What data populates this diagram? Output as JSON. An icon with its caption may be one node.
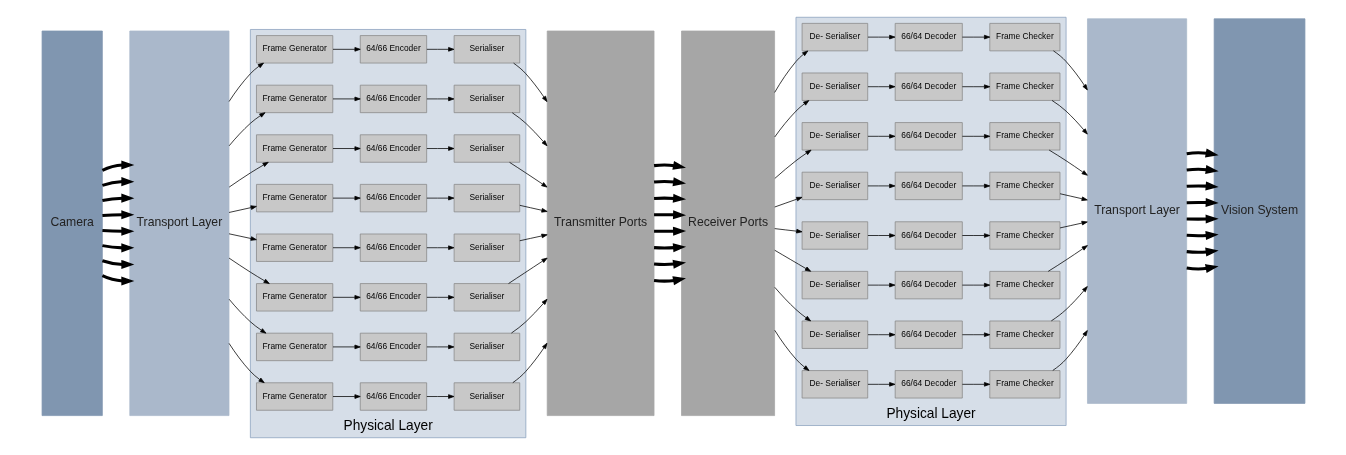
{
  "diagram": {
    "nodes": [
      {
        "text": [
          "Camera"
        ]
      },
      {
        "text": [
          "Transport Layer"
        ]
      },
      {
        "text": [
          "Physical Layer"
        ]
      },
      {
        "text": [
          "Frame Generator"
        ],
        "in": 2
      },
      {
        "text": [
          "64/66 Encoder"
        ],
        "in": 2
      },
      {
        "text": [
          "Serialiser"
        ],
        "in": 2
      },
      {
        "text": [
          "Frame Generator"
        ],
        "in": 2
      },
      {
        "text": [
          "64/66 Encoder"
        ],
        "in": 2
      },
      {
        "text": [
          "Serialiser"
        ],
        "in": 2
      },
      {
        "text": [
          "Frame Generator"
        ],
        "in": 2
      },
      {
        "text": [
          "64/66 Encoder"
        ],
        "in": 2
      },
      {
        "text": [
          "Serialiser"
        ],
        "in": 2
      },
      {
        "text": [
          "Frame Generator"
        ],
        "in": 2
      },
      {
        "text": [
          "64/66 Encoder"
        ],
        "in": 2
      },
      {
        "text": [
          "Serialiser"
        ],
        "in": 2
      },
      {
        "text": [
          "Frame Generator"
        ],
        "in": 2
      },
      {
        "text": [
          "64/66 Encoder"
        ],
        "in": 2
      },
      {
        "text": [
          "Serialiser"
        ],
        "in": 2
      },
      {
        "text": [
          "Frame Generator"
        ],
        "in": 2
      },
      {
        "text": [
          "64/66 Encoder"
        ],
        "in": 2
      },
      {
        "text": [
          "Serialiser"
        ],
        "in": 2
      },
      {
        "text": [
          "Frame Generator"
        ],
        "in": 2
      },
      {
        "text": [
          "64/66 Encoder"
        ],
        "in": 2
      },
      {
        "text": [
          "Serialiser"
        ],
        "in": 2
      },
      {
        "text": [
          "Frame Generator"
        ],
        "in": 2
      },
      {
        "text": [
          "64/66 Encoder"
        ],
        "in": 2
      },
      {
        "text": [
          "Serialiser"
        ],
        "in": 2
      },
      {
        "text": [
          "Transmitter Ports"
        ]
      },
      {
        "text": [
          "Receiver Ports"
        ]
      },
      {
        "text": [
          "Physical Layer"
        ]
      },
      {
        "text": [
          "De- Serialiser"
        ],
        "in": 29
      },
      {
        "text": [
          "66/64 Decoder"
        ],
        "in": 29
      },
      {
        "text": [
          "Frame Checker"
        ],
        "in": 29
      },
      {
        "text": [
          "De- Serialiser"
        ],
        "in": 29
      },
      {
        "text": [
          "66/64 Decoder"
        ],
        "in": 29
      },
      {
        "text": [
          "Frame Checker"
        ],
        "in": 29
      },
      {
        "text": [
          "De- Serialiser"
        ],
        "in": 29
      },
      {
        "text": [
          "66/64 Decoder"
        ],
        "in": 29
      },
      {
        "text": [
          "Frame Checker"
        ],
        "in": 29
      },
      {
        "text": [
          "De- Serialiser"
        ],
        "in": 29
      },
      {
        "text": [
          "66/64 Decoder"
        ],
        "in": 29
      },
      {
        "text": [
          "Frame Checker"
        ],
        "in": 29
      },
      {
        "text": [
          "De- Serialiser"
        ],
        "in": 29
      },
      {
        "text": [
          "66/64 Decoder"
        ],
        "in": 29
      },
      {
        "text": [
          "Frame Checker"
        ],
        "in": 29
      },
      {
        "text": [
          "De- Serialiser"
        ],
        "in": 29
      },
      {
        "text": [
          "66/64 Decoder"
        ],
        "in": 29
      },
      {
        "text": [
          "Frame Checker"
        ],
        "in": 29
      },
      {
        "text": [
          "De- Serialiser"
        ],
        "in": 29
      },
      {
        "text": [
          "66/64 Decoder"
        ],
        "in": 29
      },
      {
        "text": [
          "Frame Checker"
        ],
        "in": 29
      },
      {
        "text": [
          "De- Serialiser"
        ],
        "in": 29
      },
      {
        "text": [
          "66/64 Decoder"
        ],
        "in": 29
      },
      {
        "text": [
          "Frame Checker"
        ],
        "in": 29
      },
      {
        "text": [
          "Transport Layer"
        ]
      },
      {
        "text": [
          "Vision System"
        ]
      }
    ],
    "edges": [
      {
        "from": 0,
        "to": 1,
        "arrow": "to",
        "style": "thick"
      },
      {
        "from": 1,
        "to": 3,
        "arrow": "to"
      },
      {
        "from": 3,
        "to": 4,
        "arrow": "to"
      },
      {
        "from": 4,
        "to": 5,
        "arrow": "to"
      },
      {
        "from": 5,
        "to": 27,
        "arrow": "to"
      },
      {
        "from": 27,
        "to": 28,
        "arrow": "to",
        "style": "thick"
      },
      {
        "from": 28,
        "to": 30,
        "arrow": "to"
      },
      {
        "from": 30,
        "to": 31,
        "arrow": "to"
      },
      {
        "from": 31,
        "to": 32,
        "arrow": "to"
      },
      {
        "from": 32,
        "to": 54,
        "arrow": "to"
      },
      {
        "from": 54,
        "to": 55,
        "arrow": "to",
        "style": "thick"
      },
      {
        "from": 0,
        "to": 1,
        "arrow": "to",
        "style": "thick"
      },
      {
        "from": 1,
        "to": 6,
        "arrow": "to"
      },
      {
        "from": 6,
        "to": 7,
        "arrow": "to"
      },
      {
        "from": 7,
        "to": 8,
        "arrow": "to"
      },
      {
        "from": 8,
        "to": 27,
        "arrow": "to"
      },
      {
        "from": 27,
        "to": 28,
        "arrow": "to",
        "style": "thick"
      },
      {
        "from": 28,
        "to": 33,
        "arrow": "to"
      },
      {
        "from": 33,
        "to": 34,
        "arrow": "to"
      },
      {
        "from": 34,
        "to": 35,
        "arrow": "to"
      },
      {
        "from": 35,
        "to": 54,
        "arrow": "to"
      },
      {
        "from": 54,
        "to": 55,
        "arrow": "to",
        "style": "thick"
      },
      {
        "from": 0,
        "to": 1,
        "arrow": "to",
        "style": "thick"
      },
      {
        "from": 1,
        "to": 9,
        "arrow": "to"
      },
      {
        "from": 9,
        "to": 10,
        "arrow": "to"
      },
      {
        "from": 10,
        "to": 11,
        "arrow": "to"
      },
      {
        "from": 11,
        "to": 27,
        "arrow": "to"
      },
      {
        "from": 27,
        "to": 28,
        "arrow": "to",
        "style": "thick"
      },
      {
        "from": 28,
        "to": 36,
        "arrow": "to"
      },
      {
        "from": 36,
        "to": 37,
        "arrow": "to"
      },
      {
        "from": 37,
        "to": 38,
        "arrow": "to"
      },
      {
        "from": 38,
        "to": 54,
        "arrow": "to"
      },
      {
        "from": 54,
        "to": 55,
        "arrow": "to",
        "style": "thick"
      },
      {
        "from": 0,
        "to": 1,
        "arrow": "to",
        "style": "thick"
      },
      {
        "from": 1,
        "to": 12,
        "arrow": "to"
      },
      {
        "from": 12,
        "to": 13,
        "arrow": "to"
      },
      {
        "from": 13,
        "to": 14,
        "arrow": "to"
      },
      {
        "from": 14,
        "to": 27,
        "arrow": "to"
      },
      {
        "from": 27,
        "to": 28,
        "arrow": "to",
        "style": "thick"
      },
      {
        "from": 28,
        "to": 39,
        "arrow": "to"
      },
      {
        "from": 39,
        "to": 40,
        "arrow": "to"
      },
      {
        "from": 40,
        "to": 41,
        "arrow": "to"
      },
      {
        "from": 41,
        "to": 54,
        "arrow": "to"
      },
      {
        "from": 54,
        "to": 55,
        "arrow": "to",
        "style": "thick"
      },
      {
        "from": 0,
        "to": 1,
        "arrow": "to",
        "style": "thick"
      },
      {
        "from": 1,
        "to": 15,
        "arrow": "to"
      },
      {
        "from": 15,
        "to": 16,
        "arrow": "to"
      },
      {
        "from": 16,
        "to": 17,
        "arrow": "to"
      },
      {
        "from": 17,
        "to": 27,
        "arrow": "to"
      },
      {
        "from": 27,
        "to": 28,
        "arrow": "to",
        "style": "thick"
      },
      {
        "from": 28,
        "to": 42,
        "arrow": "to"
      },
      {
        "from": 42,
        "to": 43,
        "arrow": "to"
      },
      {
        "from": 43,
        "to": 44,
        "arrow": "to"
      },
      {
        "from": 44,
        "to": 54,
        "arrow": "to"
      },
      {
        "from": 54,
        "to": 55,
        "arrow": "to",
        "style": "thick"
      },
      {
        "from": 0,
        "to": 1,
        "arrow": "to",
        "style": "thick"
      },
      {
        "from": 1,
        "to": 18,
        "arrow": "to"
      },
      {
        "from": 18,
        "to": 19,
        "arrow": "to"
      },
      {
        "from": 19,
        "to": 20,
        "arrow": "to"
      },
      {
        "from": 20,
        "to": 27,
        "arrow": "to"
      },
      {
        "from": 27,
        "to": 28,
        "arrow": "to",
        "style": "thick"
      },
      {
        "from": 28,
        "to": 45,
        "arrow": "to"
      },
      {
        "from": 45,
        "to": 46,
        "arrow": "to"
      },
      {
        "from": 46,
        "to": 47,
        "arrow": "to"
      },
      {
        "from": 47,
        "to": 54,
        "arrow": "to"
      },
      {
        "from": 54,
        "to": 55,
        "arrow": "to",
        "style": "thick"
      },
      {
        "from": 0,
        "to": 1,
        "arrow": "to",
        "style": "thick"
      },
      {
        "from": 1,
        "to": 21,
        "arrow": "to"
      },
      {
        "from": 21,
        "to": 22,
        "arrow": "to"
      },
      {
        "from": 22,
        "to": 23,
        "arrow": "to"
      },
      {
        "from": 23,
        "to": 27,
        "arrow": "to"
      },
      {
        "from": 27,
        "to": 28,
        "arrow": "to",
        "style": "thick"
      },
      {
        "from": 28,
        "to": 48,
        "arrow": "to"
      },
      {
        "from": 48,
        "to": 49,
        "arrow": "to"
      },
      {
        "from": 49,
        "to": 50,
        "arrow": "to"
      },
      {
        "from": 50,
        "to": 54,
        "arrow": "to"
      },
      {
        "from": 54,
        "to": 55,
        "arrow": "to",
        "style": "thick"
      },
      {
        "from": 0,
        "to": 1,
        "arrow": "to",
        "style": "thick"
      },
      {
        "from": 1,
        "to": 24,
        "arrow": "to"
      },
      {
        "from": 24,
        "to": 25,
        "arrow": "to"
      },
      {
        "from": 25,
        "to": 26,
        "arrow": "to"
      },
      {
        "from": 26,
        "to": 27,
        "arrow": "to"
      },
      {
        "from": 27,
        "to": 28,
        "arrow": "to",
        "style": "thick"
      },
      {
        "from": 28,
        "to": 51,
        "arrow": "to"
      },
      {
        "from": 51,
        "to": 52,
        "arrow": "to"
      },
      {
        "from": 52,
        "to": 53,
        "arrow": "to"
      },
      {
        "from": 53,
        "to": 54,
        "arrow": "to"
      },
      {
        "from": 54,
        "to": 55,
        "arrow": "to",
        "style": "thick"
      }
    ]
  }
}
